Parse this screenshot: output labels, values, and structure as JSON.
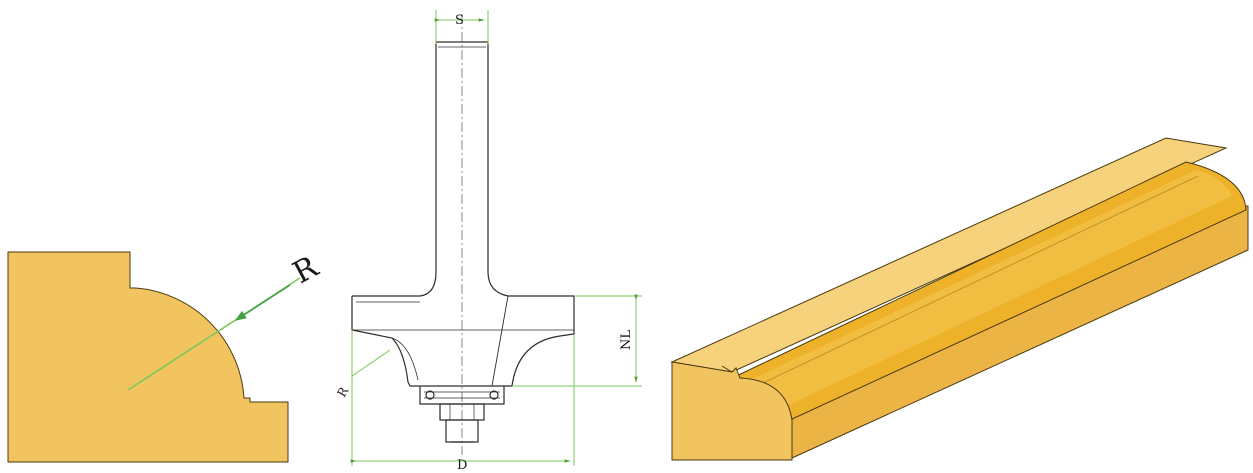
{
  "labels": {
    "profile_radius": "R",
    "shank_diameter": "S",
    "cutter_radius": "R",
    "cutting_length": "NL",
    "cutting_diameter": "D"
  },
  "colors": {
    "wood_face": "#F2C460",
    "wood_top": "#F7D27C",
    "wood_side": "#ECB445",
    "wood_groove": "#EDB22A",
    "wood_edge": "#4A3A10",
    "dimension_line": "#7BC85A",
    "drawing_line": "#2C2C2C",
    "arrow": "#3FA040"
  },
  "icons": {
    "profile": "edge-profile-cross-section",
    "bit": "router-bit-technical-drawing",
    "molding": "molding-3d-view"
  }
}
